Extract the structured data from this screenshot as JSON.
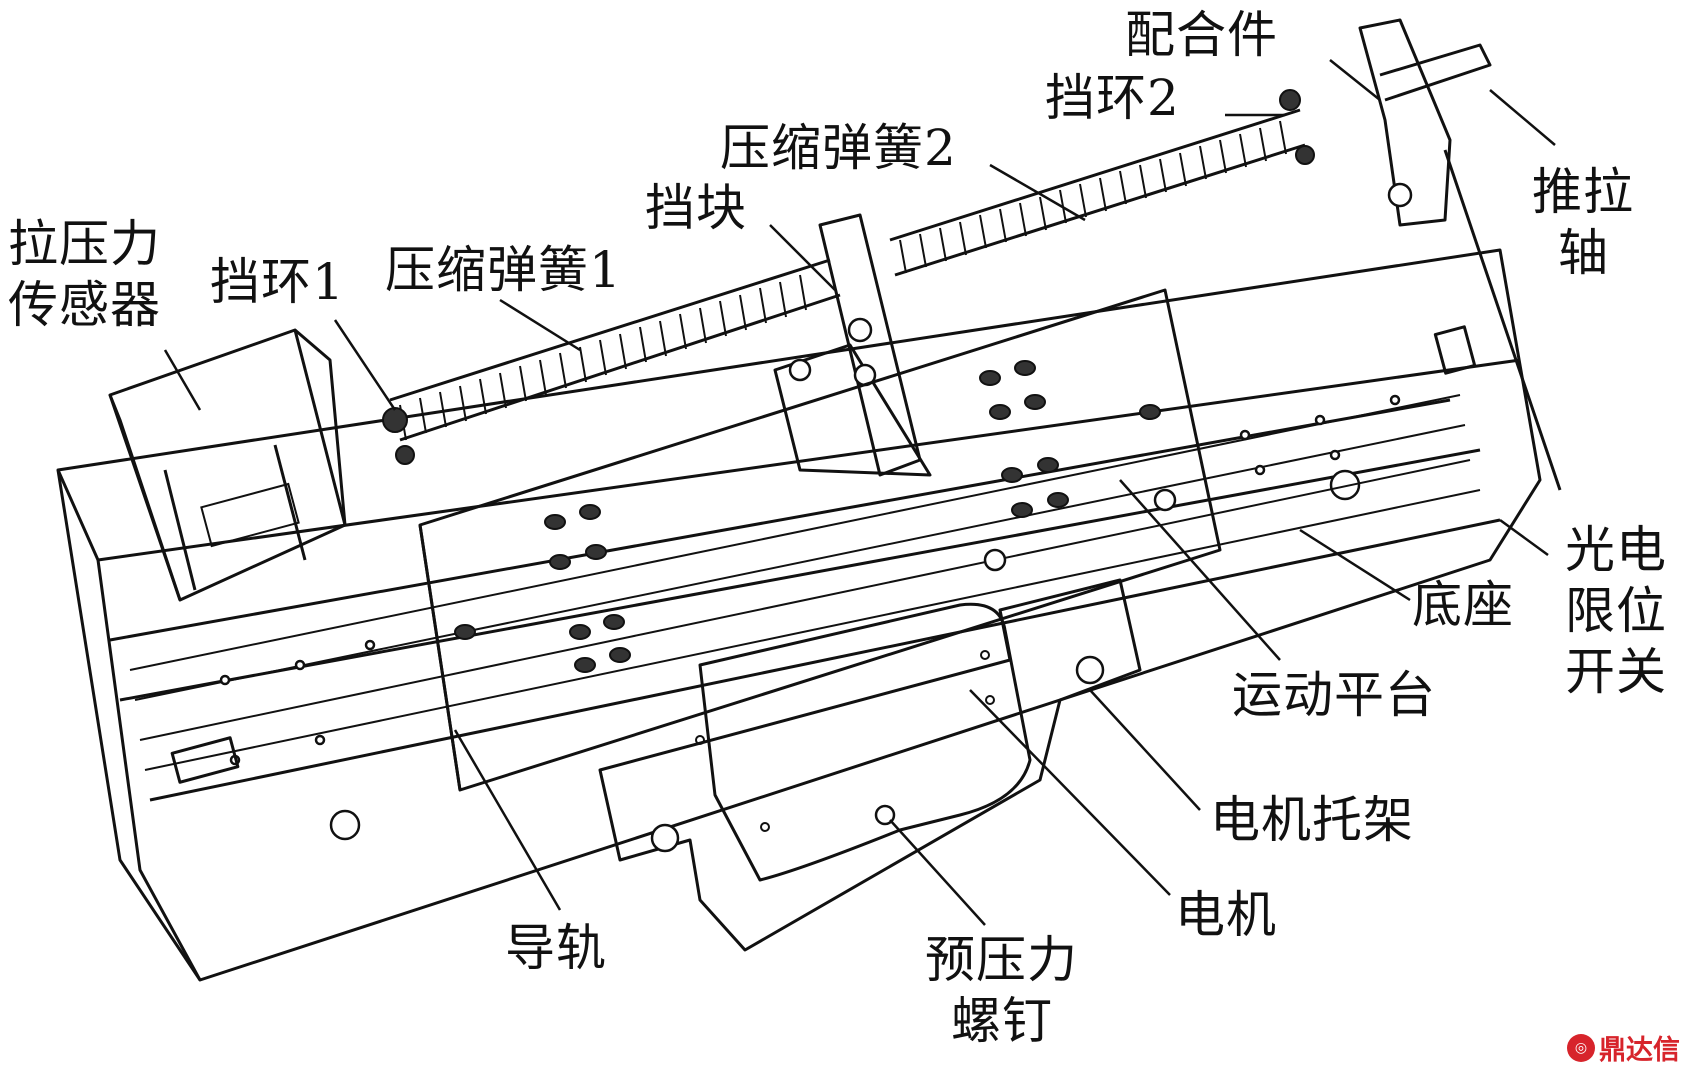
{
  "diagram": {
    "labels": {
      "tension_sensor": [
        "拉压力",
        "传感器"
      ],
      "retaining_ring_1": "挡环1",
      "compression_spring_1": "压缩弹簧1",
      "stop_block": "挡块",
      "compression_spring_2": "压缩弹簧2",
      "retaining_ring_2": "挡环2",
      "mating_part": "配合件",
      "push_pull_shaft": [
        "推拉",
        "轴"
      ],
      "photoelectric_limit_switch": [
        "光电",
        "限位",
        "开关"
      ],
      "base": "底座",
      "motion_platform": "运动平台",
      "motor_bracket": "电机托架",
      "motor": "电机",
      "preload_screw": [
        "预压力",
        "螺钉"
      ],
      "guide_rail": "导轨"
    },
    "colors": {
      "line": "#111111",
      "background": "#ffffff"
    }
  },
  "watermark": {
    "text": "鼎达信",
    "color": "#d7242b",
    "icon": "logo-mark-icon"
  }
}
